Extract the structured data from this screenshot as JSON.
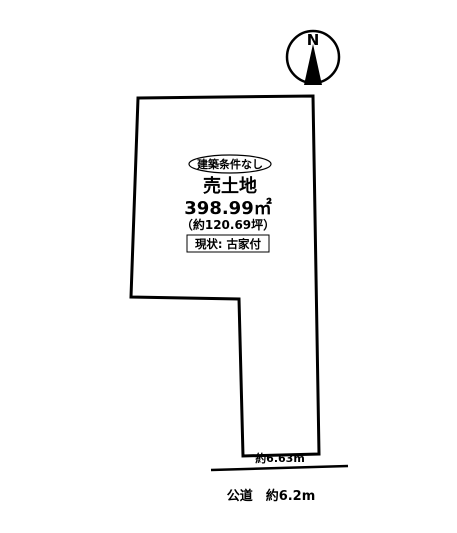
{
  "compass": {
    "north_label": "N"
  },
  "lot": {
    "condition_badge": "建築条件なし",
    "type": "売土地",
    "area_sqm": "398.99㎡",
    "area_tsubo": "（約120.69坪）",
    "current_status": "現状: 古家付"
  },
  "frontage": {
    "width_label": "約6.63m"
  },
  "road": {
    "label": "公道　約6.2m"
  },
  "colors": {
    "line": "#000000",
    "background": "#ffffff"
  }
}
